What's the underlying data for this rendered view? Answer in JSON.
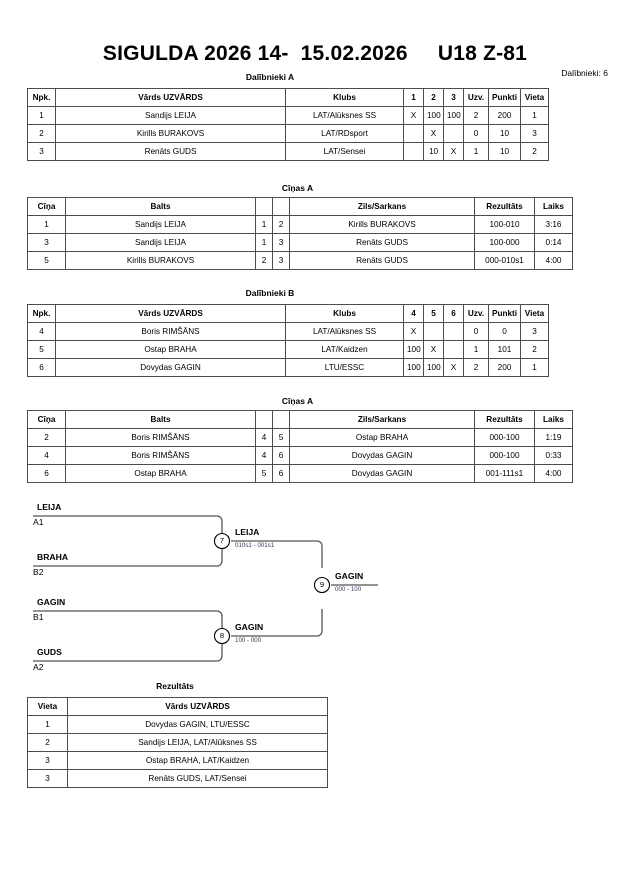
{
  "header": {
    "title": "SIGULDA 2026 14-  15.02.2026     U18 Z-81",
    "participants_label": "Dalībnieki: 6"
  },
  "sections": {
    "group_a_caption": "Dalībnieki A",
    "fights_a_caption": "Cīņas A",
    "group_b_caption": "Dalībnieki B",
    "fights_b_caption": "Cīņas A",
    "results_caption": "Rezultāts"
  },
  "group_table_headers": {
    "npk": "Npk.",
    "name": "Vārds UZVĀRDS",
    "club": "Klubs",
    "wins": "Uzv.",
    "points": "Punkti",
    "place": "Vieta"
  },
  "group_a": {
    "opponent_cols": [
      "1",
      "2",
      "3"
    ],
    "rows": [
      {
        "npk": "1",
        "name": "Sandijs LEIJA",
        "club": "LAT/Alūksnes SS",
        "grid": [
          "X",
          "100",
          "100"
        ],
        "wins": "2",
        "points": "200",
        "place": "1"
      },
      {
        "npk": "2",
        "name": "Kirills BURAKOVS",
        "club": "LAT/RDsport",
        "grid": [
          "",
          "X",
          ""
        ],
        "wins": "0",
        "points": "10",
        "place": "3"
      },
      {
        "npk": "3",
        "name": "Renāts GUDS",
        "club": "LAT/Sensei",
        "grid": [
          "",
          "10",
          "X"
        ],
        "wins": "1",
        "points": "10",
        "place": "2"
      }
    ]
  },
  "group_b": {
    "opponent_cols": [
      "4",
      "5",
      "6"
    ],
    "rows": [
      {
        "npk": "4",
        "name": "Boris RIMŠĀNS",
        "club": "LAT/Alūksnes SS",
        "grid": [
          "X",
          "",
          ""
        ],
        "wins": "0",
        "points": "0",
        "place": "3"
      },
      {
        "npk": "5",
        "name": "Ostap BRAHA",
        "club": "LAT/Kaidzen",
        "grid": [
          "100",
          "X",
          ""
        ],
        "wins": "1",
        "points": "101",
        "place": "2"
      },
      {
        "npk": "6",
        "name": "Dovydas GAGIN",
        "club": "LTU/ESSC",
        "grid": [
          "100",
          "100",
          "X"
        ],
        "wins": "2",
        "points": "200",
        "place": "1"
      }
    ]
  },
  "fight_table_headers": {
    "fight": "Cīņa",
    "white": "Balts",
    "blue_red": "Zils/Sarkans",
    "result": "Rezultāts",
    "time": "Laiks"
  },
  "fights_a": [
    {
      "fight": "1",
      "white": "Sandijs LEIJA",
      "white_no": "1",
      "blue_no": "2",
      "blue": "Kirills BURAKOVS",
      "result": "100-010",
      "time": "3:16",
      "winner": "white"
    },
    {
      "fight": "3",
      "white": "Sandijs LEIJA",
      "white_no": "1",
      "blue_no": "3",
      "blue": "Renāts GUDS",
      "result": "100-000",
      "time": "0:14",
      "winner": "white"
    },
    {
      "fight": "5",
      "white": "Kirills BURAKOVS",
      "white_no": "2",
      "blue_no": "3",
      "blue": "Renāts GUDS",
      "result": "000-010s1",
      "time": "4:00",
      "winner": "blue"
    }
  ],
  "fights_b": [
    {
      "fight": "2",
      "white": "Boris RIMŠĀNS",
      "white_no": "4",
      "blue_no": "5",
      "blue": "Ostap BRAHA",
      "result": "000-100",
      "time": "1:19",
      "winner": "blue"
    },
    {
      "fight": "4",
      "white": "Boris RIMŠĀNS",
      "white_no": "4",
      "blue_no": "6",
      "blue": "Dovydas GAGIN",
      "result": "000-100",
      "time": "0:33",
      "winner": "blue"
    },
    {
      "fight": "6",
      "white": "Ostap BRAHA",
      "white_no": "5",
      "blue_no": "6",
      "blue": "Dovydas GAGIN",
      "result": "001-111s1",
      "time": "4:00",
      "winner": "blue"
    }
  ],
  "bracket": {
    "entries": [
      {
        "name": "LEIJA",
        "seed": "A1"
      },
      {
        "name": "BRAHA",
        "seed": "B2"
      },
      {
        "name": "GAGIN",
        "seed": "B1"
      },
      {
        "name": "GUDS",
        "seed": "A2"
      }
    ],
    "matches": [
      {
        "number": "7",
        "winner": "LEIJA",
        "score": "010s1 - 001s1"
      },
      {
        "number": "8",
        "winner": "GAGIN",
        "score": "100 - 000"
      },
      {
        "number": "9",
        "winner": "GAGIN",
        "score": "000 - 100"
      }
    ]
  },
  "results_headers": {
    "place": "Vieta",
    "name": "Vārds UZVĀRDS"
  },
  "results": [
    {
      "place": "1",
      "name": "Dovydas GAGIN, LTU/ESSC"
    },
    {
      "place": "2",
      "name": "Sandijs LEIJA, LAT/Alūksnes SS"
    },
    {
      "place": "3",
      "name": "Ostap BRAHA, LAT/Kaidzen"
    },
    {
      "place": "3",
      "name": "Renāts GUDS, LAT/Sensei"
    }
  ]
}
